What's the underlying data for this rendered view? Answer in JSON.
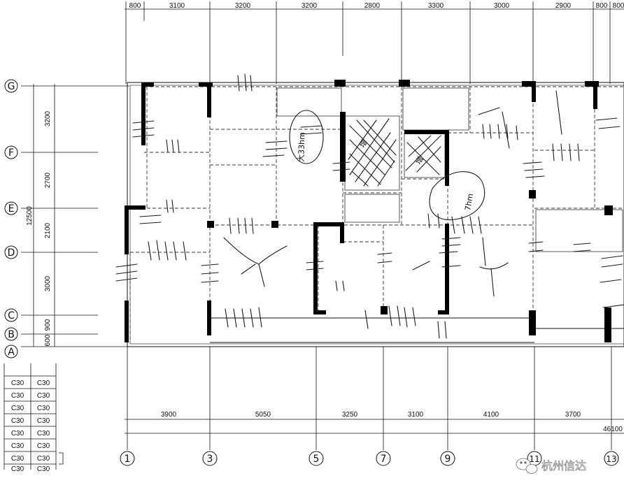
{
  "top_dimensions": [
    "800",
    "3100",
    "3200",
    "3200",
    "2800",
    "3300",
    "3000",
    "2900",
    "800",
    "800"
  ],
  "bottom_dimensions": [
    "3900",
    "5050",
    "3250",
    "3100",
    "4100",
    "3700"
  ],
  "bottom_total": "46100",
  "left_dimensions": [
    "3200",
    "2700",
    "2100",
    "3000",
    "900",
    "600"
  ],
  "left_total": "12500",
  "row_axes": [
    "G",
    "F",
    "E",
    "D",
    "C",
    "B",
    "A"
  ],
  "column_axes": [
    "1",
    "3",
    "5",
    "7",
    "9",
    "11",
    "13"
  ],
  "concrete_table": [
    [
      "C30",
      "C30"
    ],
    [
      "C30",
      "C30"
    ],
    [
      "C30",
      "C30"
    ],
    [
      "C30",
      "C30"
    ],
    [
      "C30",
      "C30"
    ],
    [
      "C30",
      "C30"
    ],
    [
      "C30",
      "C30"
    ],
    [
      "C30",
      "C30"
    ]
  ],
  "watermark": "杭州信达",
  "annotations": [
    "大33hm",
    "7hm",
    "增",
    "增"
  ]
}
